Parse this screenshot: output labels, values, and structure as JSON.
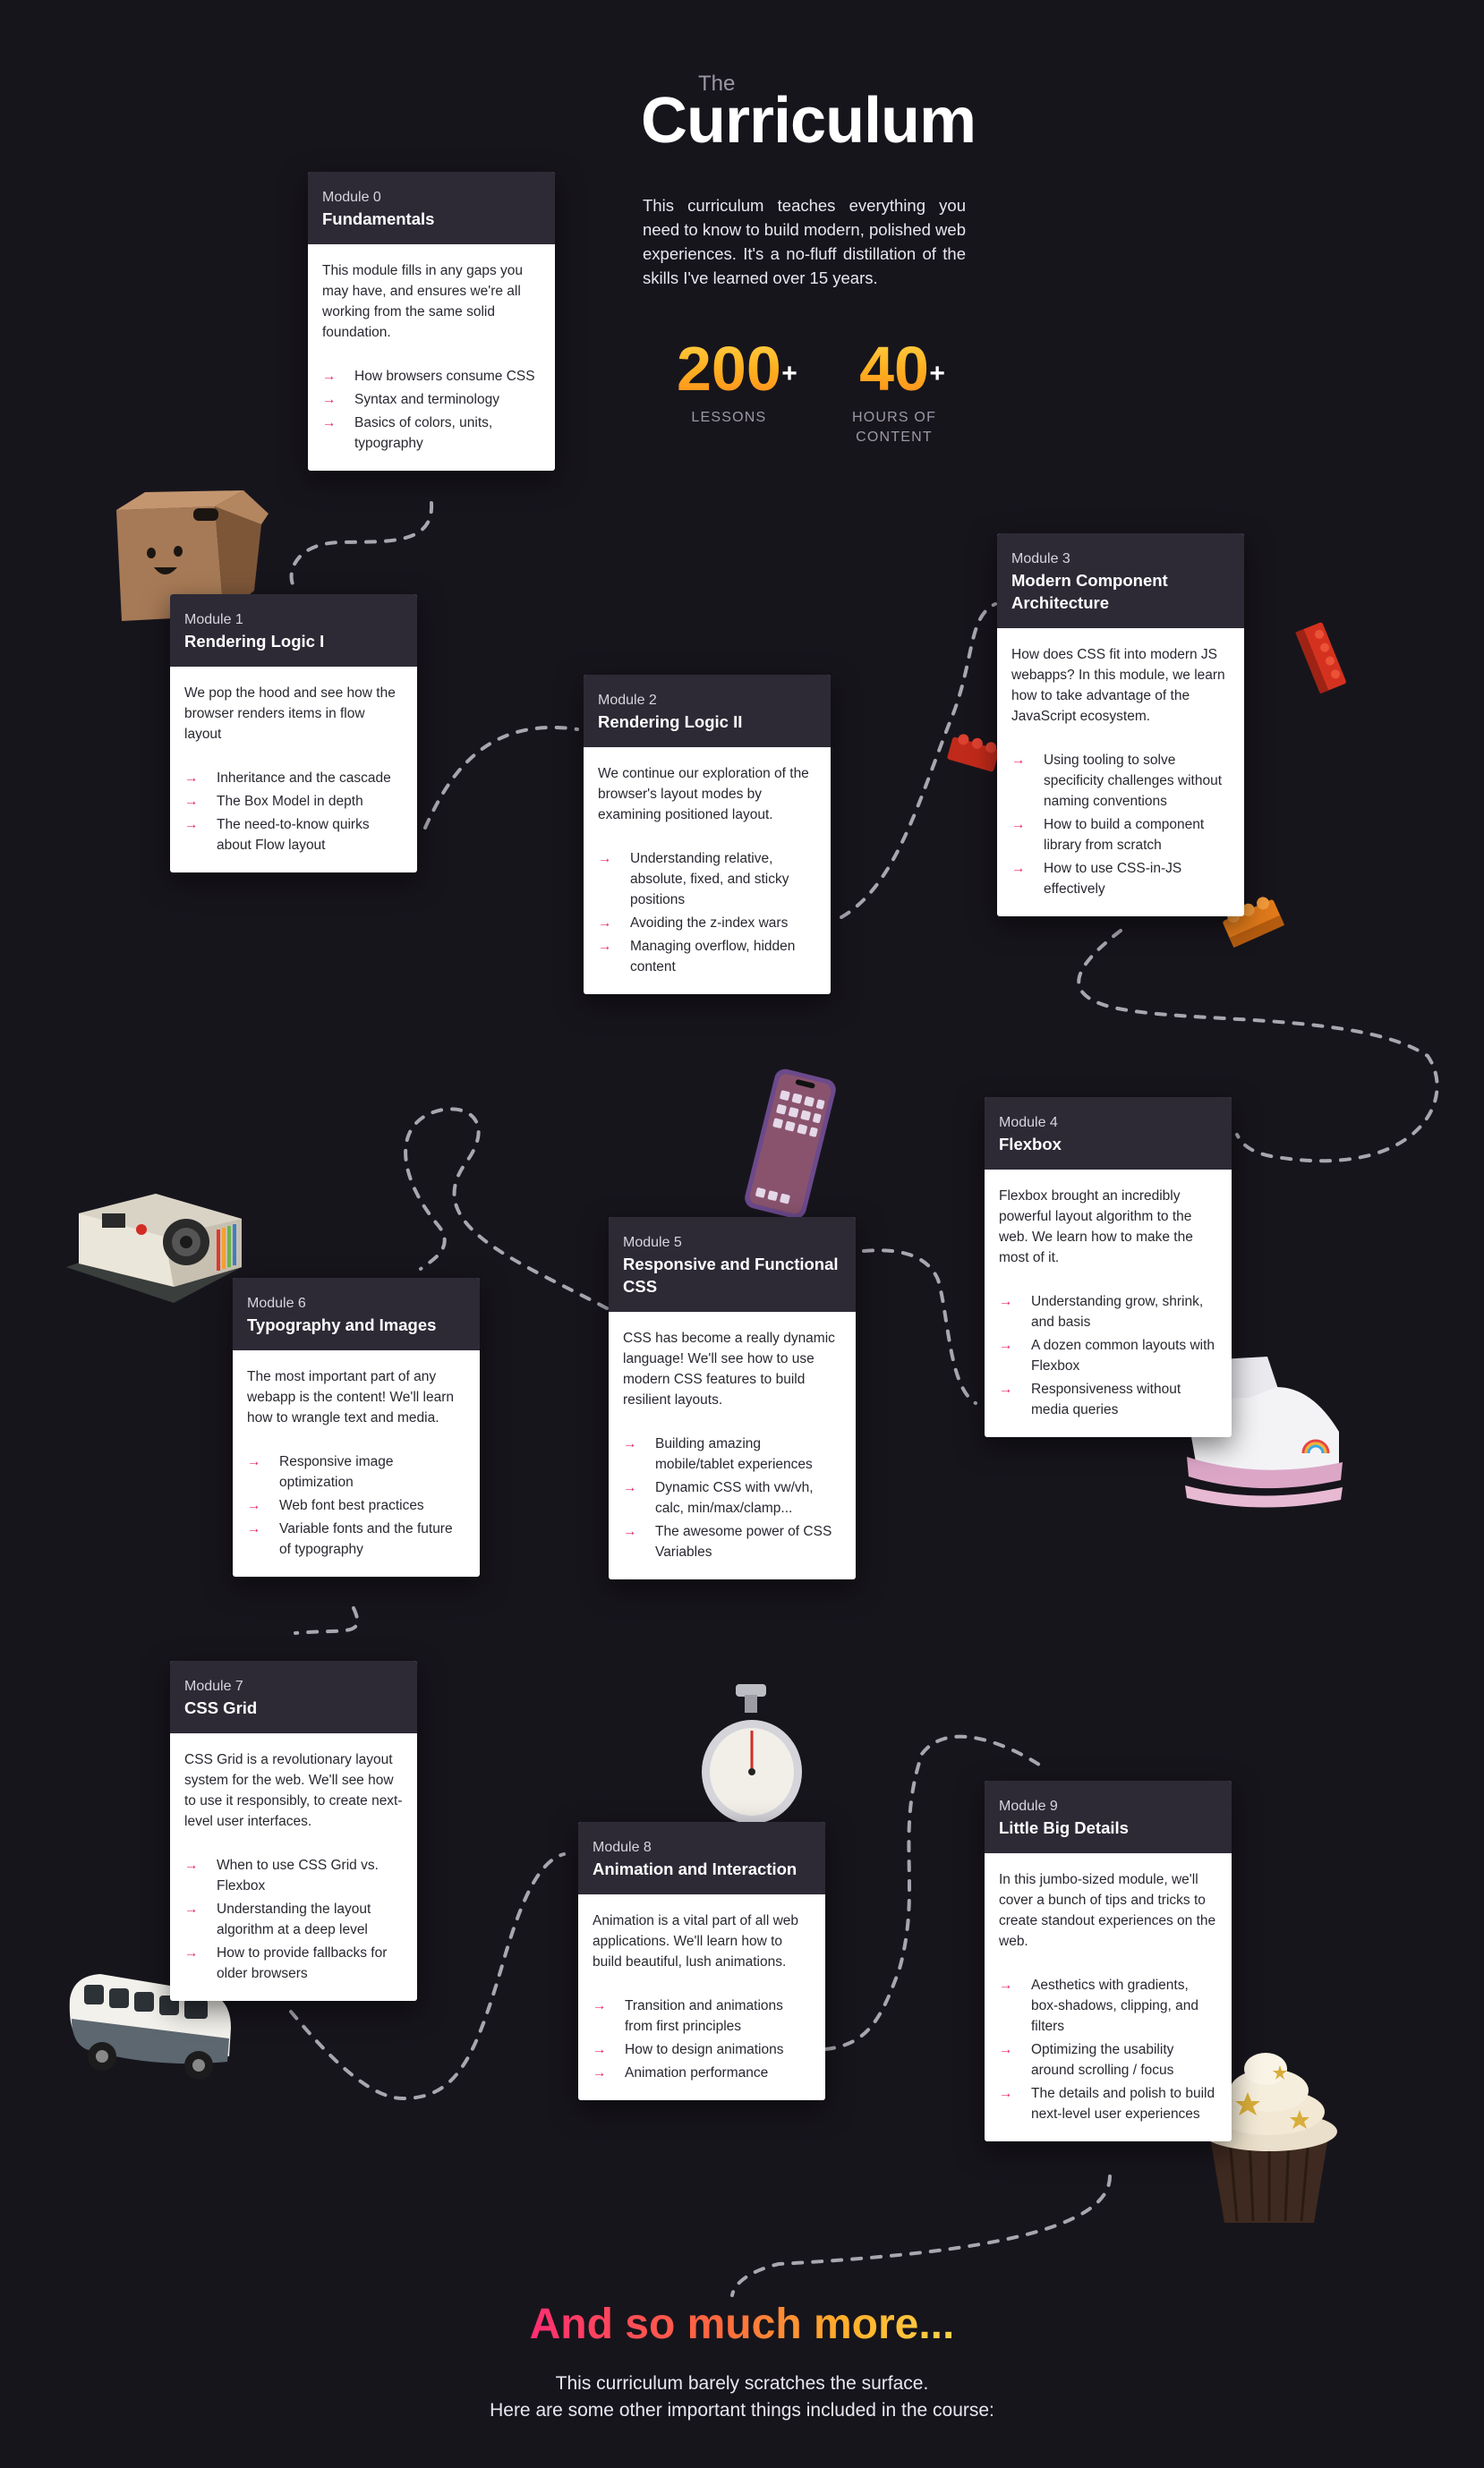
{
  "hero": {
    "eyebrow": "The",
    "title": "Curriculum",
    "description": "This curriculum teaches everything you need to know to build modern, polished web experiences. It's a no-fluff distillation of the skills I've learned over 15 years.",
    "stats": [
      {
        "value": "200",
        "suffix": "+",
        "label_line1": "LESSONS",
        "label_line2": ""
      },
      {
        "value": "40",
        "suffix": "+",
        "label_line1": "HOURS OF",
        "label_line2": "CONTENT"
      }
    ]
  },
  "modules": [
    {
      "label": "Module 0",
      "title_line1": "Fundamentals",
      "title_line2": "",
      "description": "This module fills in any gaps you may have, and ensures we're all working from the same solid foundation.",
      "topics": [
        "How browsers consume CSS",
        "Syntax and terminology",
        "Basics of colors, units, typography"
      ]
    },
    {
      "label": "Module 1",
      "title_line1": "Rendering Logic I",
      "title_line2": "",
      "description": "We pop the hood and see how the browser renders items in flow layout",
      "topics": [
        "Inheritance and the cascade",
        "The Box Model in depth",
        "The need-to-know quirks about Flow layout"
      ]
    },
    {
      "label": "Module 2",
      "title_line1": "Rendering Logic II",
      "title_line2": "",
      "description": "We continue our exploration of the browser's layout modes by examining positioned layout.",
      "topics": [
        "Understanding relative, absolute, fixed, and sticky positions",
        "Avoiding the z-index wars",
        "Managing overflow, hidden content"
      ]
    },
    {
      "label": "Module 3",
      "title_line1": "Modern Component",
      "title_line2": "Architecture",
      "description": "How does CSS fit into modern JS webapps? In this module, we learn how to take advantage of the JavaScript ecosystem.",
      "topics": [
        "Using tooling to solve specificity challenges without naming conventions",
        "How to build a component library from scratch",
        "How to use CSS-in-JS effectively"
      ]
    },
    {
      "label": "Module 4",
      "title_line1": "Flexbox",
      "title_line2": "",
      "description": "Flexbox brought an incredibly powerful layout algorithm to the web. We learn how to make the most of it.",
      "topics": [
        "Understanding grow, shrink, and basis",
        "A dozen common layouts with Flexbox",
        "Responsiveness without media queries"
      ]
    },
    {
      "label": "Module 5",
      "title_line1": "Responsive and Functional",
      "title_line2": "CSS",
      "description": "CSS has become a really dynamic language! We'll see how to use modern CSS features to build resilient layouts.",
      "topics": [
        "Building amazing mobile/tablet experiences",
        "Dynamic CSS with vw/vh, calc, min/max/clamp...",
        "The awesome power of CSS Variables"
      ]
    },
    {
      "label": "Module 6",
      "title_line1": "Typography and Images",
      "title_line2": "",
      "description": "The most important part of any webapp is the content! We'll learn how to wrangle text and media.",
      "topics": [
        "Responsive image optimization",
        "Web font best practices",
        "Variable fonts and the future of typography"
      ]
    },
    {
      "label": "Module 7",
      "title_line1": "CSS Grid",
      "title_line2": "",
      "description": "CSS Grid is a revolutionary layout system for the web. We'll see how to use it responsibly, to create next-level user interfaces.",
      "topics": [
        "When to use CSS Grid vs. Flexbox",
        "Understanding the layout algorithm at a deep level",
        "How to provide fallbacks for older browsers"
      ]
    },
    {
      "label": "Module 8",
      "title_line1": "Animation and Interaction",
      "title_line2": "",
      "description": "Animation is a vital part of all web applications. We'll learn how to build beautiful, lush animations.",
      "topics": [
        "Transition and animations from first principles",
        "How to design animations",
        "Animation performance"
      ]
    },
    {
      "label": "Module 9",
      "title_line1": "Little Big Details",
      "title_line2": "",
      "description": "In this jumbo-sized module, we'll cover a bunch of tips and tricks to create standout experiences on the web.",
      "topics": [
        "Aesthetics with gradients, box-shadows, clipping, and filters",
        "Optimizing the usability around scrolling / focus",
        "The details and polish to build next-level user experiences"
      ]
    }
  ],
  "decorations": [
    "cardboard-box-icon",
    "lego-brick-icon",
    "phone-icon",
    "polaroid-camera-icon",
    "sneaker-icon",
    "stopwatch-icon",
    "van-icon",
    "cupcake-icon"
  ],
  "more": {
    "title": "And so much more...",
    "line1": "This curriculum barely scratches the surface.",
    "line2": "Here are some other important things included in the course:"
  },
  "colors": {
    "background": "#17151c",
    "card_header": "#2d2a36",
    "accent": "#e8296a",
    "stat_gold": "#ffb020"
  }
}
